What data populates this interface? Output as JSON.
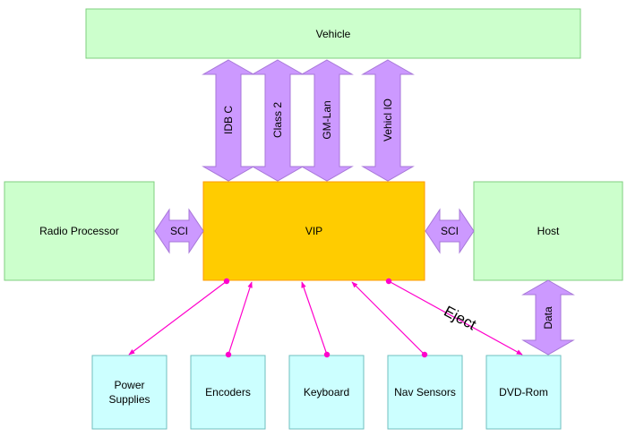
{
  "colors": {
    "block_fill": "#ccffcc",
    "block_stroke": "#7fcf7f",
    "core_fill": "#ffcc00",
    "core_stroke": "#ff9900",
    "peripheral_fill": "#ccffff",
    "peripheral_stroke": "#6fbfbf",
    "bus_fill": "#cc99ff",
    "bus_stroke": "#a777d8",
    "link": "#ff00cc"
  },
  "blocks": {
    "vehicle": "Vehicle",
    "radio_processor": "Radio Processor",
    "vip": "VIP",
    "host": "Host"
  },
  "buses": {
    "idb_c": "IDB C",
    "class_2": "Class 2",
    "gm_lan": "GM-Lan",
    "vehicle_io": "Vehicl IO",
    "sci_left": "SCI",
    "sci_right": "SCI",
    "data": "Data"
  },
  "peripherals": {
    "power_supplies_line1": "Power",
    "power_supplies_line2": "Supplies",
    "encoders": "Encoders",
    "keyboard": "Keyboard",
    "nav_sensors": "Nav Sensors",
    "dvd_rom": "DVD-Rom"
  },
  "links": {
    "eject": "Eject"
  }
}
